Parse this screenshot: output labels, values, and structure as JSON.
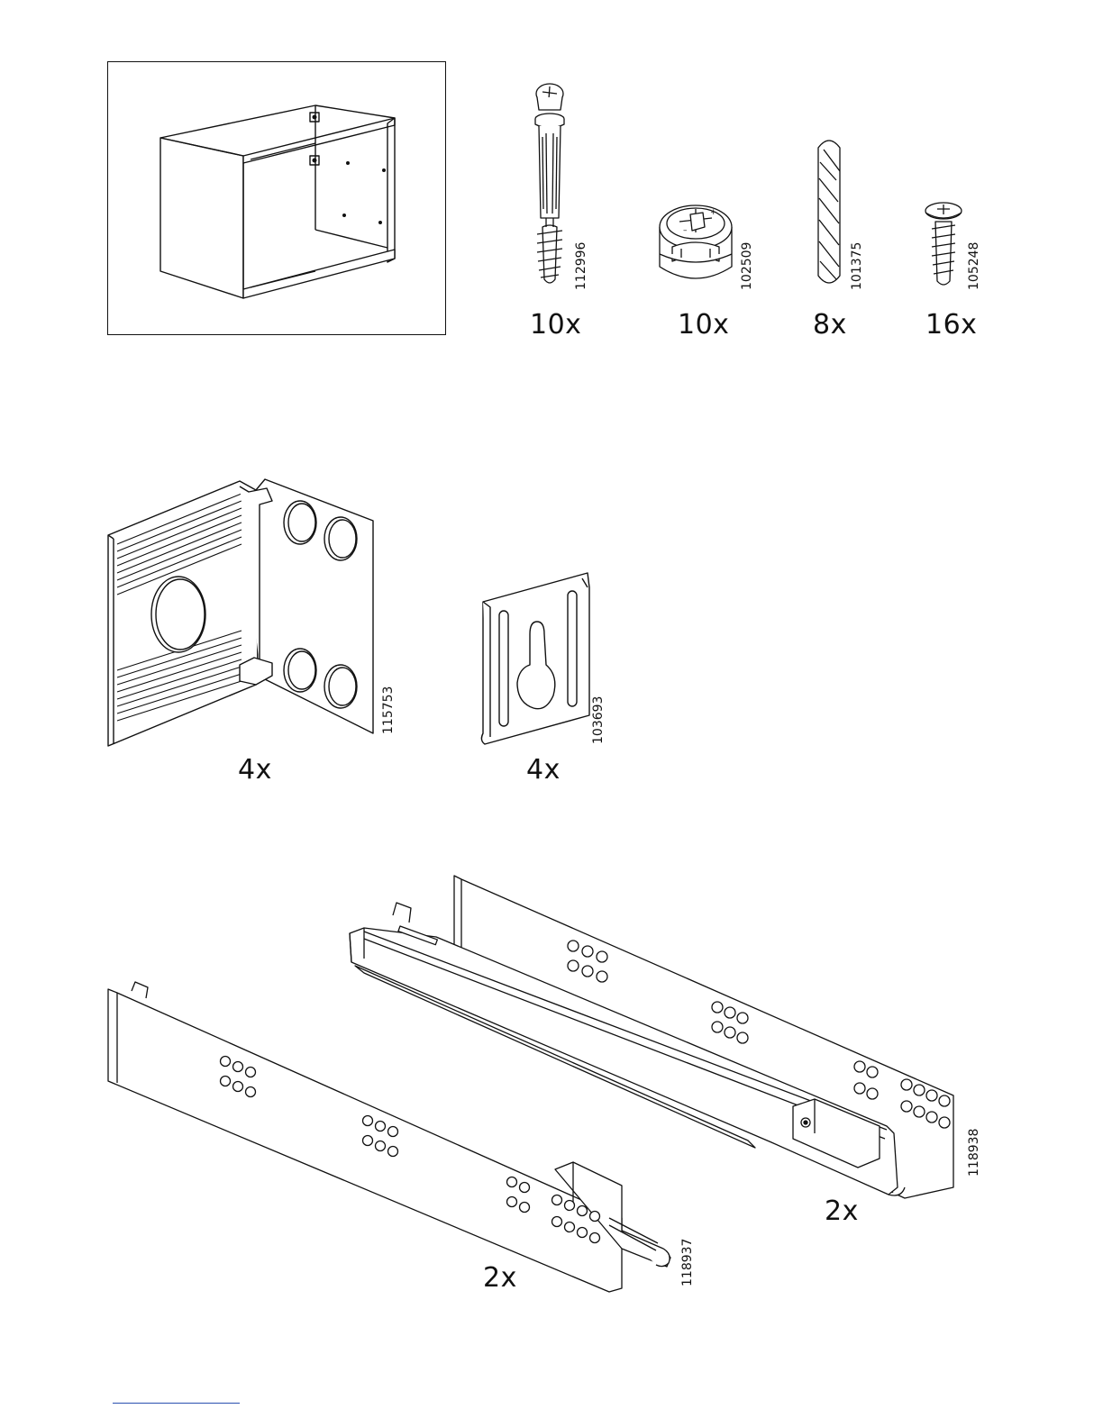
{
  "parts": {
    "cabinet": {
      "icon": "cabinet-frame-icon"
    },
    "cam_bolt": {
      "icon": "cam-bolt-icon",
      "code": "112996",
      "qty": "10x"
    },
    "cam_lock": {
      "icon": "cam-lock-nut-icon",
      "code": "102509",
      "qty": "10x"
    },
    "dowel": {
      "icon": "wooden-dowel-icon",
      "code": "101375",
      "qty": "8x"
    },
    "screw": {
      "icon": "screw-icon",
      "code": "105248",
      "qty": "16x"
    },
    "bracket": {
      "icon": "corner-bracket-icon",
      "code": "115753",
      "qty": "4x"
    },
    "plate": {
      "icon": "mounting-plate-icon",
      "code": "103693",
      "qty": "4x"
    },
    "rail_left": {
      "icon": "drawer-rail-icon",
      "code": "118937",
      "qty": "2x"
    },
    "rail_right": {
      "icon": "drawer-runner-icon",
      "code": "118938",
      "qty": "2x"
    }
  },
  "colors": {
    "line": "#111111",
    "footer_rule": "#2a4fb0"
  }
}
